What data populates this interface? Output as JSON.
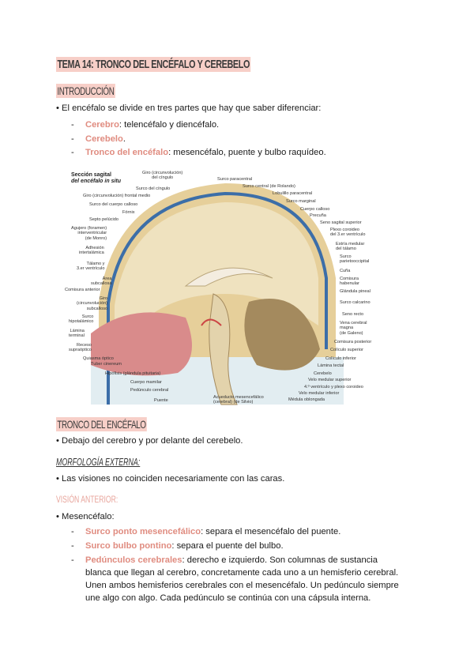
{
  "title": "Tema 14: Tronco del encéfalo y cerebelo",
  "intro": {
    "heading": "Introducción",
    "bullet": "• El encéfalo se divide en tres partes que hay que saber diferenciar:",
    "items": [
      {
        "term": "Cerebro",
        "rest": ": telencéfalo y diencéfalo."
      },
      {
        "term": "Cerebelo",
        "rest": "."
      },
      {
        "term": "Tronco del encéfalo",
        "rest": ": mesencéfalo, puente y bulbo raquídeo."
      }
    ]
  },
  "figure": {
    "title_line1": "Sección sagital",
    "title_line2": "del encéfalo in situ",
    "labels": [
      "Giro (circunvolución) del cíngulo",
      "Surco del cíngulo",
      "Giro (circunvolución) frontal medio",
      "Surco del cuerpo calloso",
      "Fórnix",
      "Septo pelúcido",
      "Agujero (foramen) interventricular (de Monro)",
      "Adhesión intertalámica",
      "Tálamo y 3.er ventrículo",
      "Área subcallosa",
      "Comisura anterior",
      "Giro (circunvolución) subcalloso",
      "Surco hipotalámico",
      "Lámina terminal",
      "Receso supraóptico",
      "Quiasma óptico",
      "Tuber cinereum",
      "Hipófisis (glándula pituitaria)",
      "Cuerpo mamilar",
      "Pedúnculo cerebral",
      "Puente",
      "Acueducto mesencefálico (cerebral) (de Silvio)",
      "Surco paracentral",
      "Surco central (de Rolando)",
      "Lobulillo paracentral",
      "Surco marginal",
      "Cuerpo calloso",
      "Precuña",
      "Seno sagital superior",
      "Plexo coroideo del 3.er ventrículo",
      "Estría medular del tálamo",
      "Surco parietooccipital",
      "Cuña",
      "Comisura habenular",
      "Glándula pineal",
      "Surco calcarino",
      "Seno recto",
      "Vena cerebral magna (de Galeno)",
      "Comisura posterior",
      "Colículo superior",
      "Colículo inferior",
      "Lámina tectal",
      "Cerebelo",
      "Velo medular superior",
      "4.º ventrículo y plexo coroideo",
      "Velo medular inferior",
      "Médula oblongada"
    ]
  },
  "tronco": {
    "heading": "Tronco del encéfalo",
    "bullet": "• Debajo del cerebro y por delante del cerebelo.",
    "morfologia": "Morfología externa:",
    "morf_bullet": "• Las visiones no coinciden necesariamente con las caras.",
    "vision": "Visión anterior:",
    "mes_bullet": "• Mesencéfalo:",
    "items": [
      {
        "term": "Surco ponto mesencefálico",
        "rest": ": separa el mesencéfalo del puente."
      },
      {
        "term": "Surco bulbo pontino",
        "rest": ": separa el puente del bulbo."
      },
      {
        "term": "Pedúnculos cerebrales",
        "rest": ": derecho e izquierdo. Son columnas de sustancia blanca que llegan al cerebro, concretamente cada uno a un hemisferio cerebral. Unen ambos hemisferios cerebrales con el mesencéfalo. Un pedúnculo siempre une algo con algo. Cada pedúnculo se continúa con una cápsula interna."
      }
    ]
  },
  "colors": {
    "highlight": "#f7cfc8",
    "keyword": "#e08c80",
    "subheading": "#e8a59c"
  }
}
